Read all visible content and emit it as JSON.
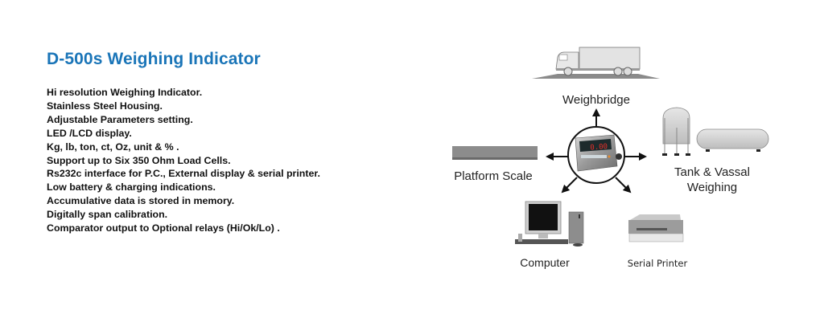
{
  "title": "D-500s Weighing Indicator",
  "features": [
    "Hi resolution Weighing Indicator.",
    "Stainless Steel Housing.",
    "Adjustable Parameters setting.",
    "LED /LCD display.",
    "Kg, lb, ton, ct, Oz, unit & % .",
    "Support up to Six 350 Ohm Load Cells.",
    "Rs232c interface for P.C., External display & serial printer.",
    "Low battery & charging indications.",
    "Accumulative data is stored in memory.",
    "Digitally span calibration.",
    "Comparator output to Optional relays (Hi/Ok/Lo) ."
  ],
  "diagram": {
    "center": {
      "display_reading": "0.00"
    },
    "nodes": {
      "weighbridge": "Weighbridge",
      "platform_scale": "Platform Scale",
      "tank_line1": "Tank & Vassal",
      "tank_line2": "Weighing",
      "computer": "Computer",
      "serial_printer": "Serial Printer"
    }
  },
  "colors": {
    "title": "#1a75b8",
    "text": "#111111",
    "display_red": "#e0302a"
  }
}
